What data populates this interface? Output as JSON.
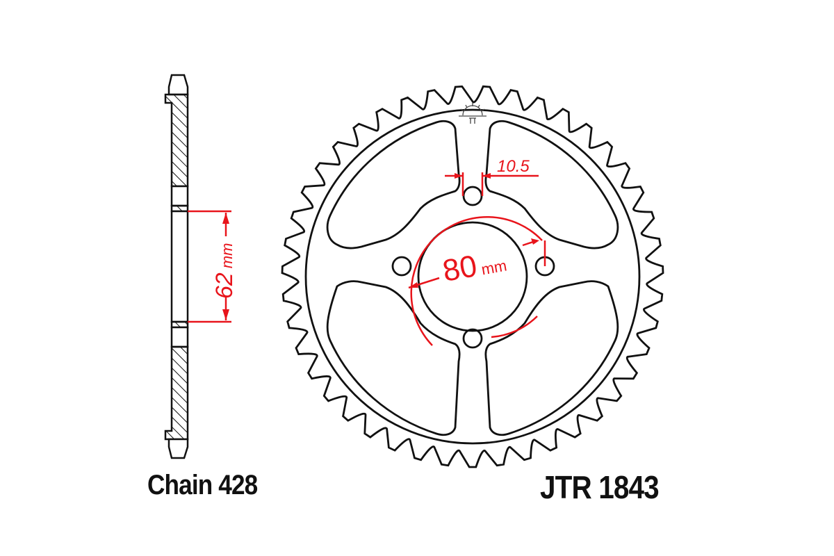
{
  "labels": {
    "chain": "Chain 428",
    "part_number": "JTR 1843"
  },
  "dimensions": {
    "inner_diameter": {
      "value": "62",
      "unit": "mm",
      "text": "62 mm"
    },
    "bolt_circle_diameter": {
      "value": "80",
      "unit": "mm",
      "number": "80",
      "unit_text": "mm"
    },
    "bolt_hole_diameter": {
      "value": "10.5",
      "text": "10.5"
    }
  },
  "sprocket": {
    "teeth": 43,
    "bolt_holes": 4,
    "spokes": 4
  },
  "colors": {
    "line": "#111111",
    "dimension": "#e8141b",
    "background": "#ffffff"
  }
}
